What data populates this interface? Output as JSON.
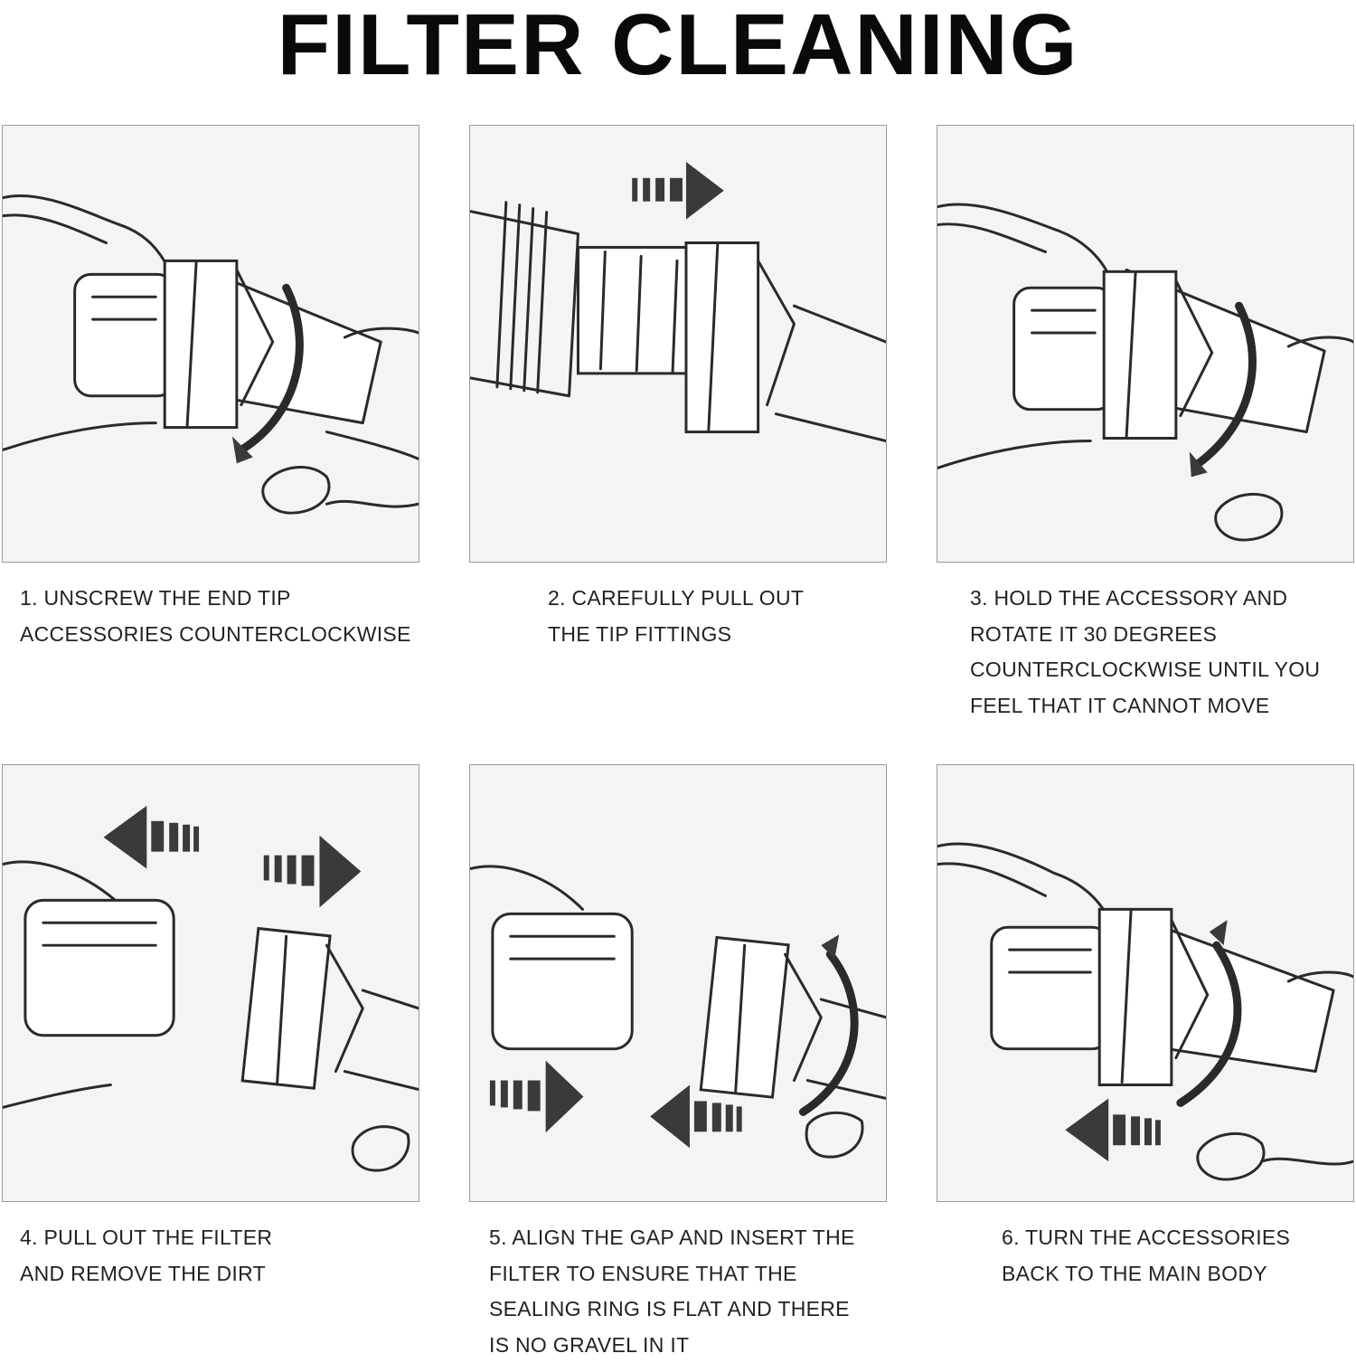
{
  "title": "FILTER CLEANING",
  "steps": [
    {
      "lines": [
        "1. UNSCREW THE END TIP",
        "ACCESSORIES COUNTERCLOCKWISE"
      ],
      "icon": "unscrew-illustration"
    },
    {
      "lines": [
        "2. CAREFULLY PULL OUT",
        "THE TIP FITTINGS"
      ],
      "icon": "pull-out-illustration"
    },
    {
      "lines": [
        "3. HOLD THE ACCESSORY AND",
        "ROTATE IT 30 DEGREES",
        "COUNTERCLOCKWISE UNTIL YOU",
        "FEEL THAT IT CANNOT MOVE"
      ],
      "icon": "rotate-illustration"
    },
    {
      "lines": [
        "4. PULL OUT THE FILTER",
        "AND REMOVE THE DIRT"
      ],
      "icon": "separate-illustration"
    },
    {
      "lines": [
        "5. ALIGN THE GAP AND INSERT THE",
        "FILTER TO ENSURE THAT THE",
        "SEALING RING IS FLAT AND THERE",
        "IS NO GRAVEL IN IT"
      ],
      "icon": "insert-illustration"
    },
    {
      "lines": [
        "6. TURN THE ACCESSORIES",
        "BACK TO THE MAIN BODY"
      ],
      "icon": "reassemble-illustration"
    }
  ]
}
